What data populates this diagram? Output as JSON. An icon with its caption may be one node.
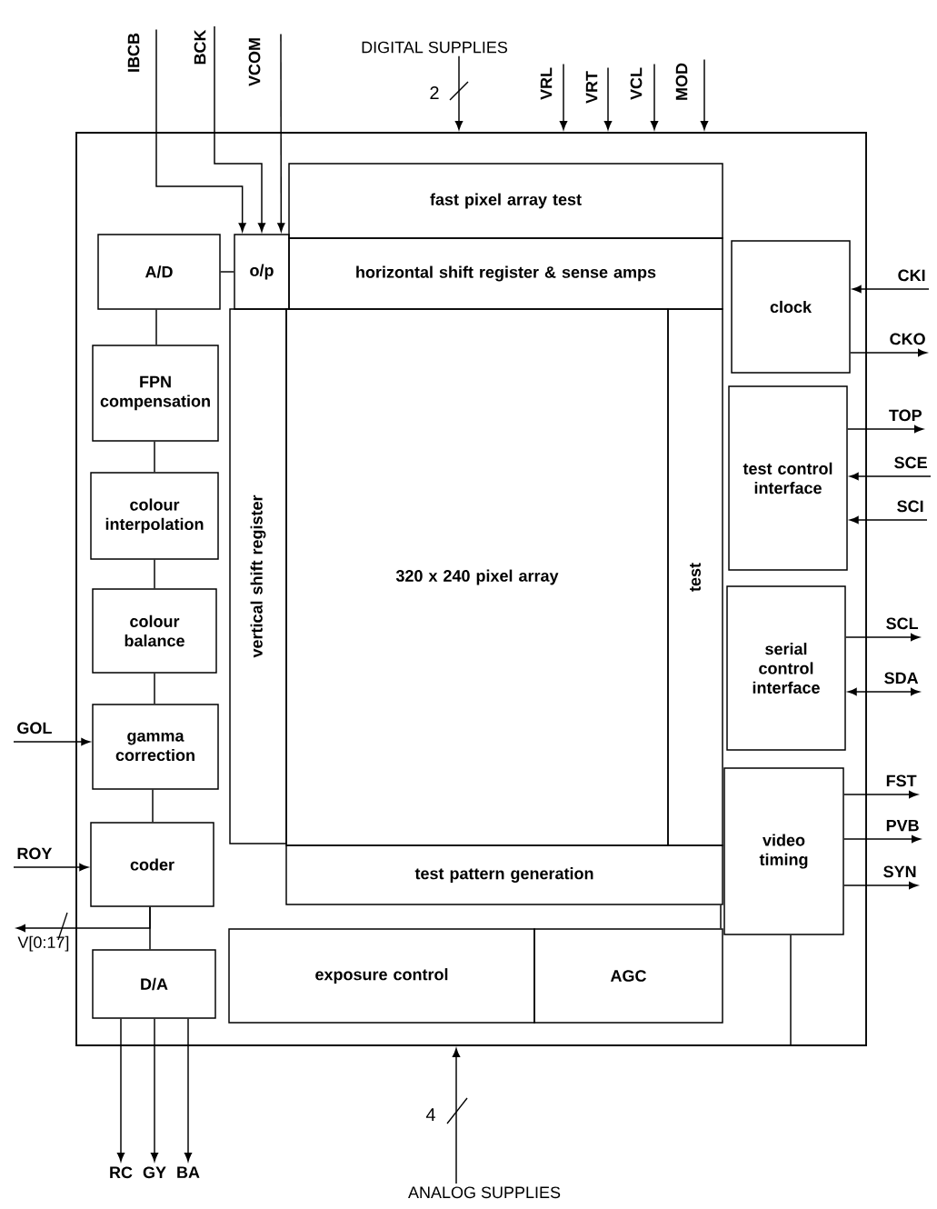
{
  "diagram": {
    "nodes": [
      {
        "text": [],
        "shape": "box"
      },
      {
        "text": [
          "IBCB"
        ]
      },
      {
        "text": [
          "BCK"
        ]
      },
      {
        "text": [
          "VCOM"
        ]
      },
      {
        "text": [
          "DIGITAL SUPPLIES"
        ]
      },
      {
        "text": [
          "VRL"
        ]
      },
      {
        "text": [
          "VRT"
        ]
      },
      {
        "text": [
          "VCL"
        ]
      },
      {
        "text": [
          "MOD"
        ]
      },
      {
        "text": [
          "fast pixel array test"
        ],
        "in": 0
      },
      {
        "text": [
          "A/D"
        ],
        "in": 0
      },
      {
        "text": [
          "o/p"
        ],
        "in": 0
      },
      {
        "text": [
          "horizontal shift register & sense amps"
        ],
        "in": 0
      },
      {
        "text": [
          "clock"
        ],
        "in": 0
      },
      {
        "text": [
          "CKI"
        ]
      },
      {
        "text": [
          "CKO"
        ]
      },
      {
        "text": [
          "FPN compensation"
        ],
        "in": 0
      },
      {
        "text": [
          "test control interface"
        ],
        "in": 0
      },
      {
        "text": [
          "TOP"
        ]
      },
      {
        "text": [
          "SCE"
        ]
      },
      {
        "text": [
          "SCI"
        ]
      },
      {
        "text": [
          "colour interpolation"
        ],
        "in": 0
      },
      {
        "text": [
          "vertical shift register"
        ],
        "in": 0
      },
      {
        "text": [
          "320 x 240 pixel array"
        ],
        "in": 0
      },
      {
        "text": [
          "test"
        ],
        "in": 0
      },
      {
        "text": [
          "colour balance"
        ],
        "in": 0
      },
      {
        "text": [
          "serial control interface"
        ],
        "in": 0
      },
      {
        "text": [
          "SCL"
        ]
      },
      {
        "text": [
          "SDA"
        ]
      },
      {
        "text": [
          "GOL"
        ]
      },
      {
        "text": [
          "gamma correction"
        ],
        "in": 0
      },
      {
        "text": [
          "video timing"
        ],
        "in": 0
      },
      {
        "text": [
          "FST"
        ]
      },
      {
        "text": [
          "PVB"
        ]
      },
      {
        "text": [
          "SYN"
        ]
      },
      {
        "text": [
          "ROY"
        ]
      },
      {
        "text": [
          "coder"
        ],
        "in": 0
      },
      {
        "text": [
          "test pattern generation"
        ],
        "in": 0
      },
      {
        "text": [
          "V[0:17]"
        ]
      },
      {
        "text": [
          "D/A"
        ],
        "in": 0
      },
      {
        "text": [
          "exposure control"
        ],
        "in": 0
      },
      {
        "text": [
          "AGC"
        ],
        "in": 0
      },
      {
        "text": [
          "RC"
        ]
      },
      {
        "text": [
          "GY"
        ]
      },
      {
        "text": [
          "BA"
        ]
      },
      {
        "text": [
          "ANALOG SUPPLIES"
        ]
      }
    ],
    "edges": [
      {
        "from": 1,
        "to": 11,
        "arrow": "to"
      },
      {
        "from": 2,
        "to": 11,
        "arrow": "to"
      },
      {
        "from": 3,
        "to": 11,
        "arrow": "to"
      },
      {
        "from": 4,
        "to": 0,
        "arrow": "to",
        "label": "2"
      },
      {
        "from": 5,
        "to": 0,
        "arrow": "to"
      },
      {
        "from": 6,
        "to": 0,
        "arrow": "to"
      },
      {
        "from": 7,
        "to": 0,
        "arrow": "to"
      },
      {
        "from": 8,
        "to": 0,
        "arrow": "to"
      },
      {
        "from": 10,
        "to": 11,
        "arrow": "none"
      },
      {
        "from": 14,
        "to": 13,
        "arrow": "to"
      },
      {
        "from": 13,
        "to": 15,
        "arrow": "to"
      },
      {
        "from": 10,
        "to": 16,
        "arrow": "none"
      },
      {
        "from": 17,
        "to": 18,
        "arrow": "to"
      },
      {
        "from": 19,
        "to": 17,
        "arrow": "to"
      },
      {
        "from": 20,
        "to": 17,
        "arrow": "to"
      },
      {
        "from": 16,
        "to": 21,
        "arrow": "none"
      },
      {
        "from": 21,
        "to": 25,
        "arrow": "none"
      },
      {
        "from": 26,
        "to": 27,
        "arrow": "to"
      },
      {
        "from": 26,
        "to": 28,
        "arrow": "both"
      },
      {
        "from": 25,
        "to": 30,
        "arrow": "none"
      },
      {
        "from": 29,
        "to": 30,
        "arrow": "to"
      },
      {
        "from": 31,
        "to": 32,
        "arrow": "to"
      },
      {
        "from": 31,
        "to": 33,
        "arrow": "to"
      },
      {
        "from": 31,
        "to": 34,
        "arrow": "to"
      },
      {
        "from": 30,
        "to": 36,
        "arrow": "none"
      },
      {
        "from": 35,
        "to": 36,
        "arrow": "to"
      },
      {
        "from": 36,
        "to": 39,
        "arrow": "none"
      },
      {
        "from": 36,
        "to": 38,
        "arrow": "to"
      },
      {
        "from": 37,
        "to": 41,
        "arrow": "none"
      },
      {
        "from": 39,
        "to": 42,
        "arrow": "to"
      },
      {
        "from": 39,
        "to": 43,
        "arrow": "to"
      },
      {
        "from": 39,
        "to": 44,
        "arrow": "to"
      },
      {
        "from": 45,
        "to": 0,
        "arrow": "to",
        "label": "4"
      },
      {
        "from": 31,
        "to": 0,
        "arrow": "none"
      }
    ]
  }
}
